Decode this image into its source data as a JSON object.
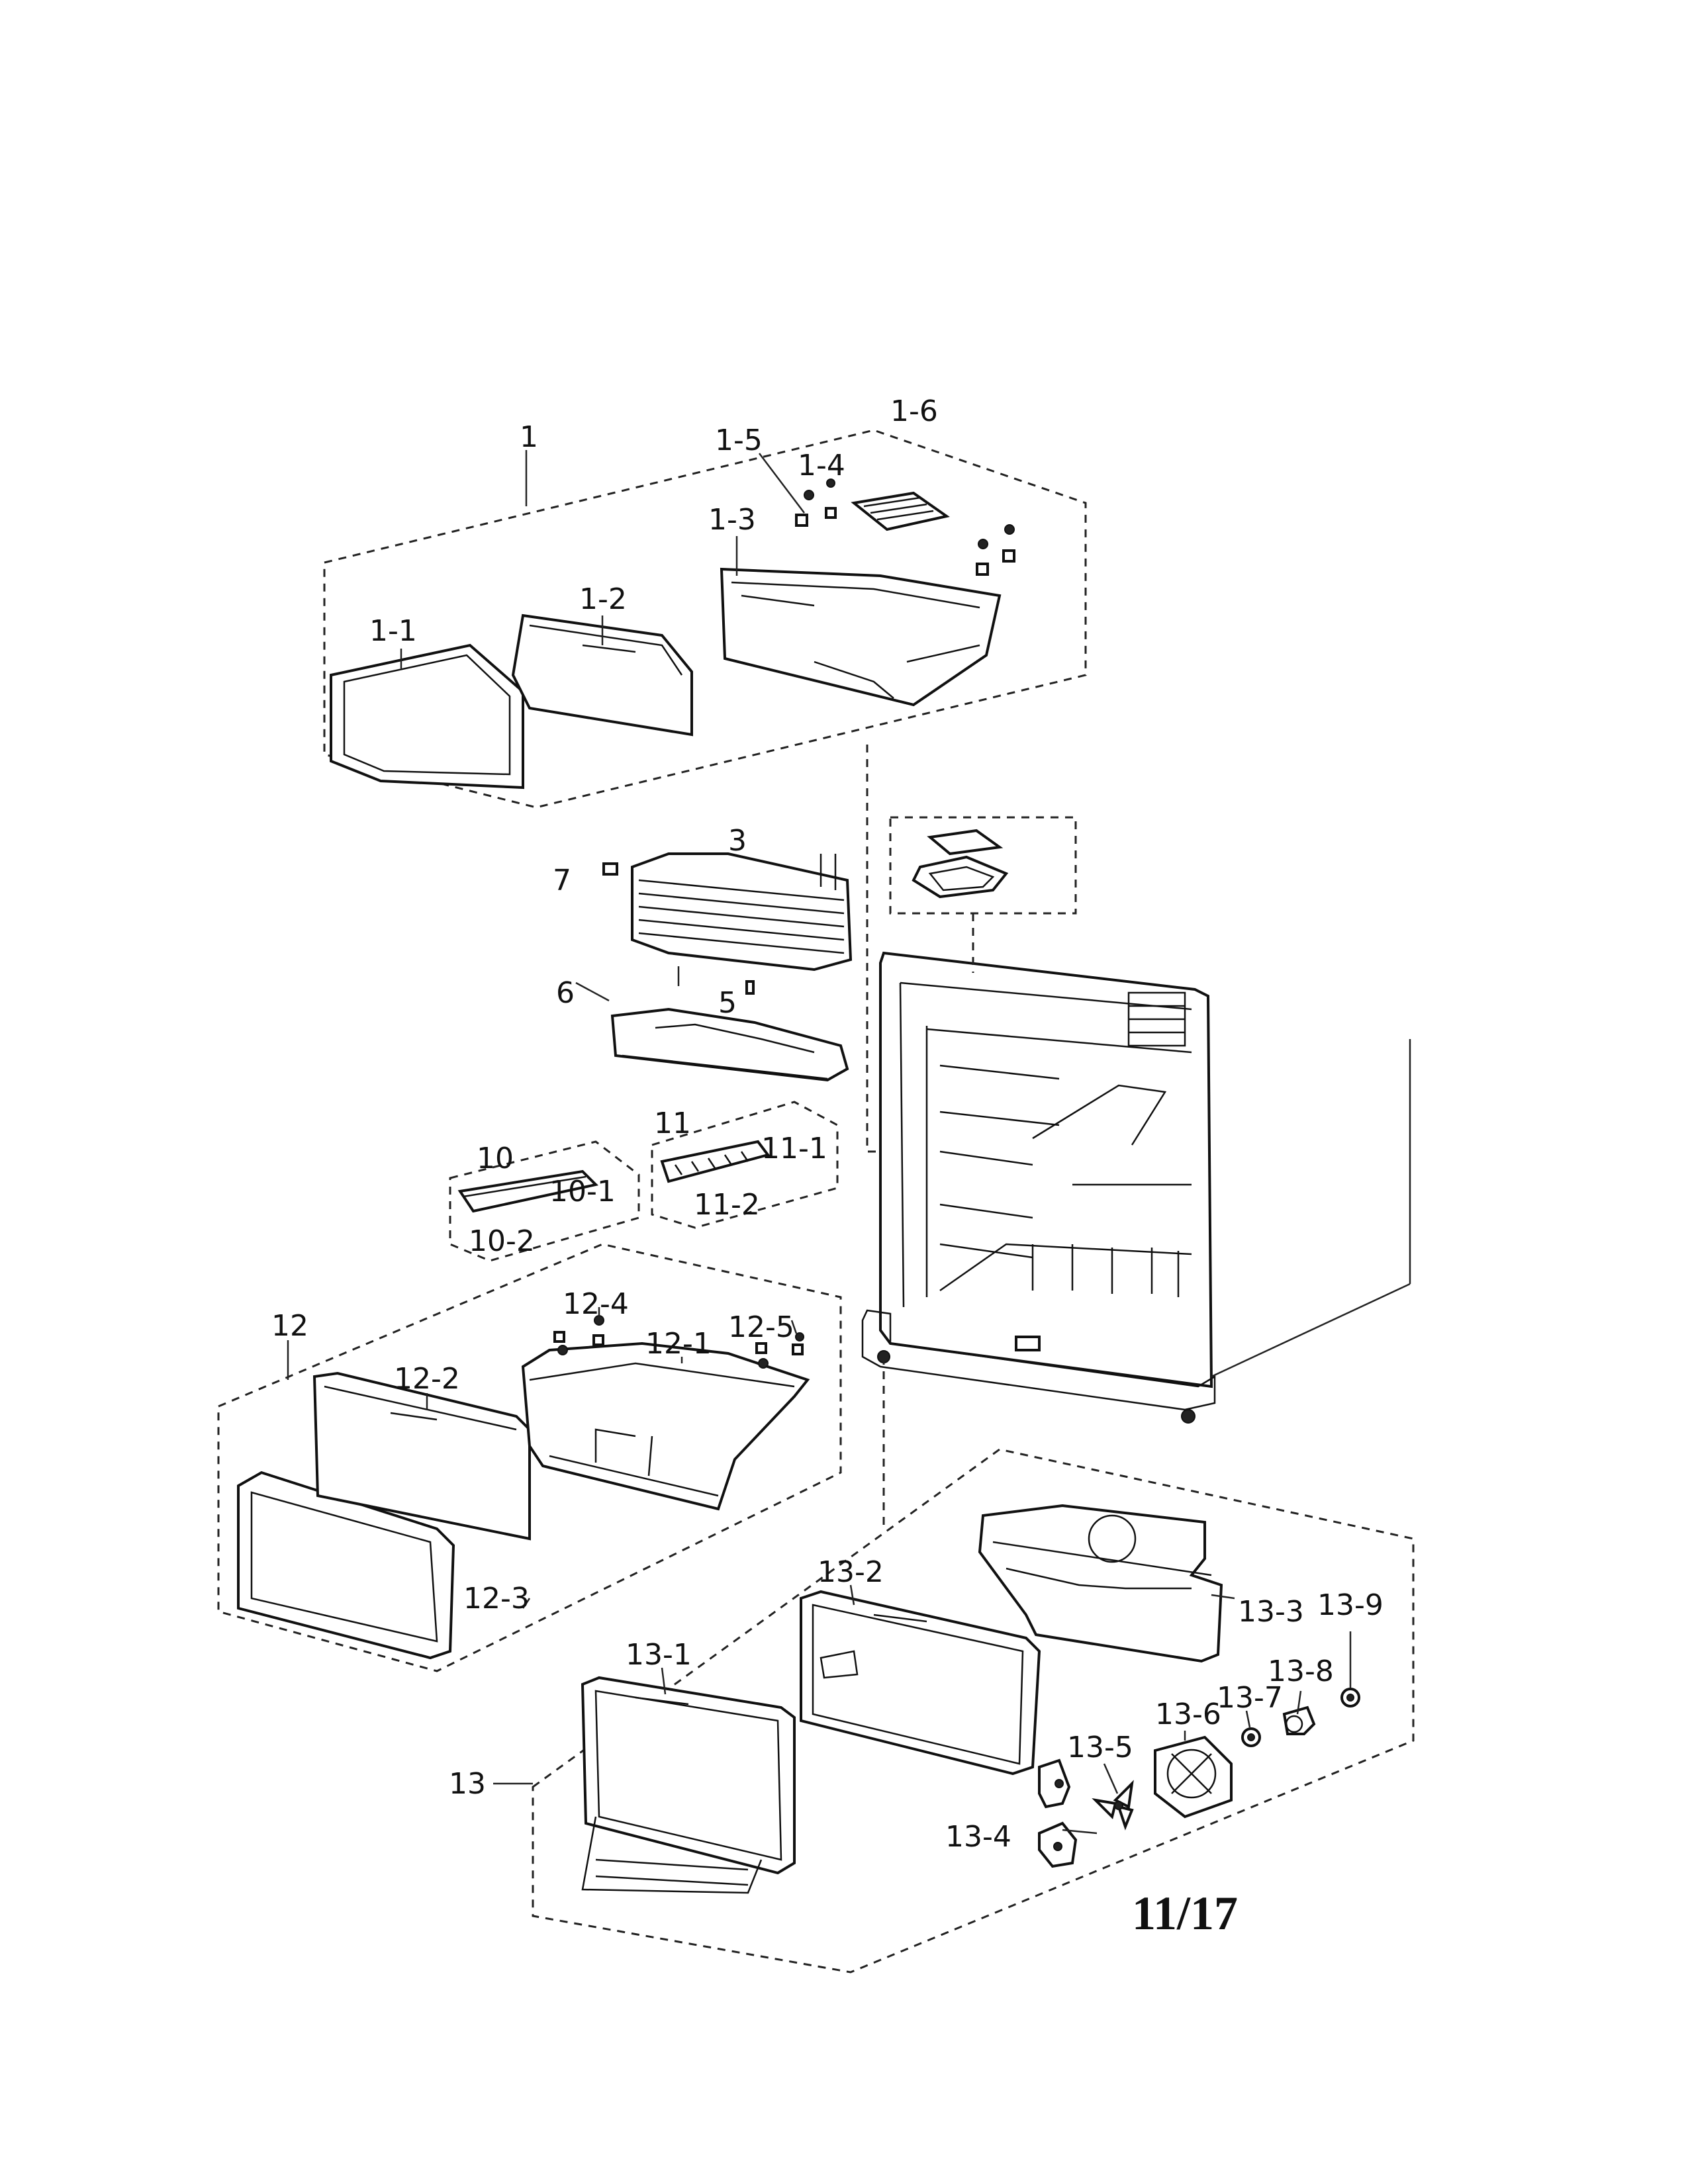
{
  "labels": {
    "l1": "1",
    "l1_1": "1-1",
    "l1_2": "1-2",
    "l1_3": "1-3",
    "l1_4": "1-4",
    "l1_5": "1-5",
    "l1_6": "1-6",
    "l3": "3",
    "l5": "5",
    "l6": "6",
    "l7": "7",
    "l10": "10",
    "l10_1": "10-1",
    "l10_2": "10-2",
    "l11": "11",
    "l11_1": "11-1",
    "l11_2": "11-2",
    "l12": "12",
    "l12_1": "12-1",
    "l12_2": "12-2",
    "l12_3": "12-3",
    "l12_4": "12-4",
    "l12_5": "12-5",
    "l13": "13",
    "l13_1": "13-1",
    "l13_2": "13-2",
    "l13_3": "13-3",
    "l13_4": "13-4",
    "l13_5": "13-5",
    "l13_6": "13-6",
    "l13_7": "13-7",
    "l13_8": "13-8",
    "l13_9": "13-9"
  },
  "page_number": "11/17"
}
